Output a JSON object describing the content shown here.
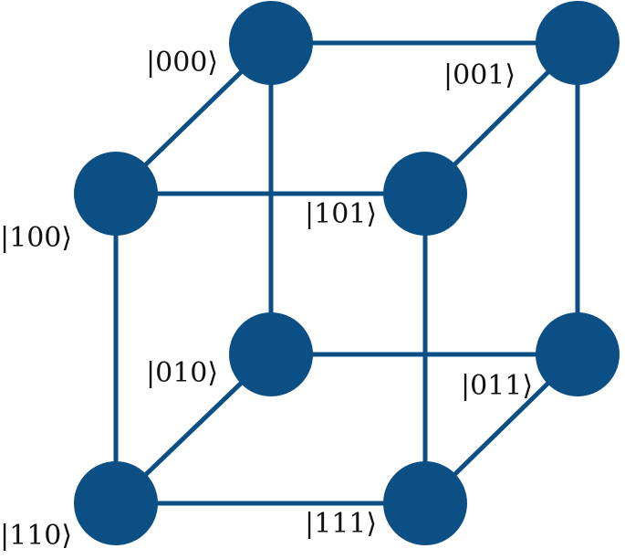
{
  "diagram": {
    "nodes": [
      {
        "id": "000",
        "label": "|000⟩"
      },
      {
        "id": "001",
        "label": "|001⟩"
      },
      {
        "id": "100",
        "label": "|100⟩"
      },
      {
        "id": "101",
        "label": "|101⟩"
      },
      {
        "id": "010",
        "label": "|010⟩"
      },
      {
        "id": "011",
        "label": "|011⟩"
      },
      {
        "id": "110",
        "label": "|110⟩"
      },
      {
        "id": "111",
        "label": "|111⟩"
      }
    ],
    "edges": [
      [
        "000",
        "001"
      ],
      [
        "000",
        "100"
      ],
      [
        "000",
        "010"
      ],
      [
        "001",
        "101"
      ],
      [
        "001",
        "011"
      ],
      [
        "100",
        "101"
      ],
      [
        "100",
        "110"
      ],
      [
        "101",
        "111"
      ],
      [
        "010",
        "011"
      ],
      [
        "010",
        "110"
      ],
      [
        "011",
        "111"
      ],
      [
        "110",
        "111"
      ]
    ],
    "colors": {
      "node": "#0b4f85",
      "edge": "#0b4f85",
      "label": "#111111"
    }
  }
}
